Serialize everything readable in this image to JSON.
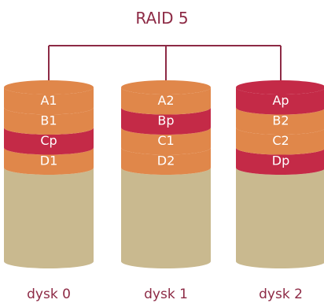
{
  "title": "RAID 5",
  "colors": {
    "title": "#8d2a45",
    "connector": "#8d2a45",
    "parity_band": "#c42a47",
    "parity_band_dark": "#a8223c",
    "data_band": "#e0874a",
    "data_band_dark": "#c67236",
    "empty": "#c9b98f",
    "empty_dark": "#ad9c70",
    "empty_top": "#d8caa2",
    "disk_label": "#8d2a45",
    "block_text": "#ffffff"
  },
  "disks": [
    {
      "label": "dysk 0",
      "blocks": [
        "A1",
        "B1",
        "Cp",
        "D1"
      ]
    },
    {
      "label": "dysk 1",
      "blocks": [
        "A2",
        "Bp",
        "C1",
        "D2"
      ]
    },
    {
      "label": "dysk 2",
      "blocks": [
        "Ap",
        "B2",
        "C2",
        "Dp"
      ]
    }
  ]
}
